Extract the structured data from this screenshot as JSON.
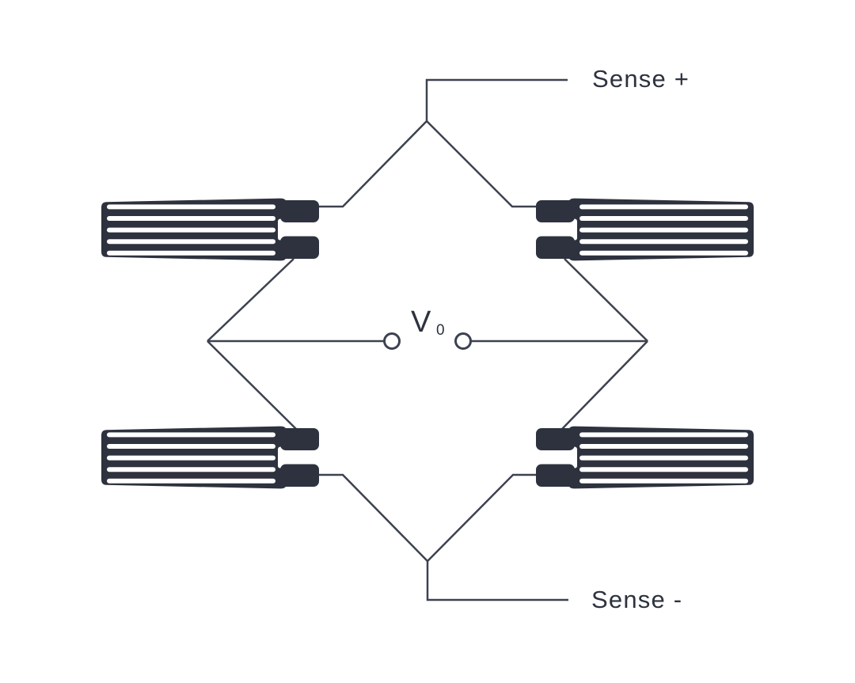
{
  "diagram": {
    "labels": {
      "sense_positive": "Sense +",
      "sense_negative": "Sense -",
      "output_voltage": "V",
      "output_voltage_subscript": "0"
    },
    "icons": {
      "strain_gauges": [
        "strain-gauge-top-left-icon",
        "strain-gauge-top-right-icon",
        "strain-gauge-bottom-left-icon",
        "strain-gauge-bottom-right-icon"
      ],
      "terminals": [
        "output-terminal-left-icon",
        "output-terminal-right-icon"
      ]
    },
    "colors": {
      "background": "#ffffff",
      "ink": "#2d323e",
      "wire": "#3d4250"
    }
  }
}
